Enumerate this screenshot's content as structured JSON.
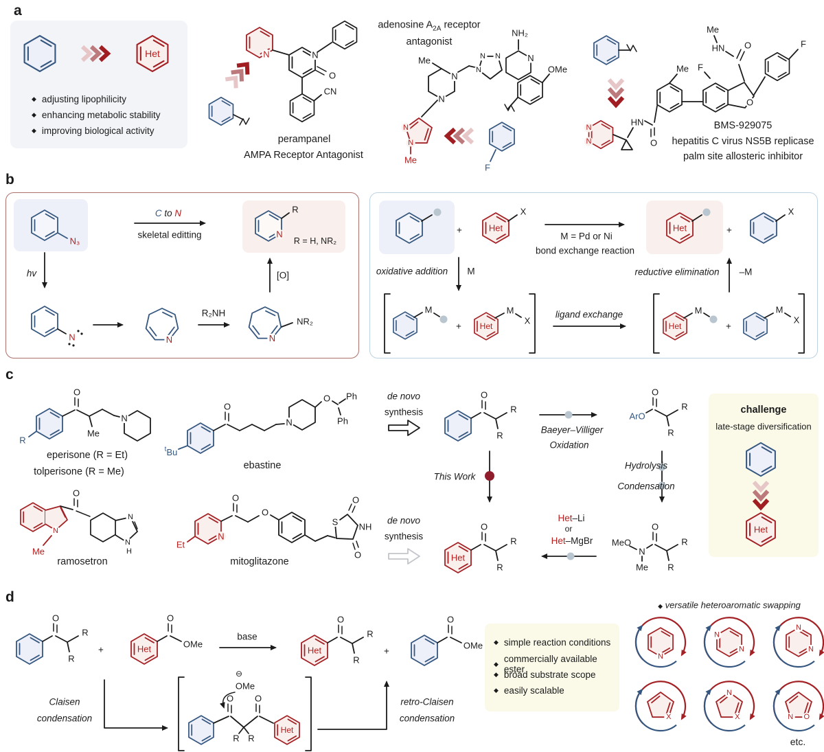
{
  "colors": {
    "blue": "#35577f",
    "red": "#a32125",
    "red_label": "#b41f1f",
    "dark_red_dot": "#8f1d2c",
    "gray_dot": "#b9c6cf",
    "panel_a_bg": "#f2f4f8",
    "yellow_bg": "#fbfae9",
    "box_b_left_border": "#ad6f6b",
    "box_b_right_border": "#bdd2e0"
  },
  "glyphs": {
    "diamond": "◆",
    "plus": "+",
    "ominus": "⊖",
    "etc": "etc."
  },
  "atoms": {
    "N": "N",
    "O": "O",
    "S": "S",
    "F": "F",
    "X": "X",
    "R": "R",
    "M": "M",
    "H": "H",
    "Me": "Me",
    "Et": "Et",
    "t": "t",
    "Bu": "Bu",
    "Ph": "Ph",
    "HN": "HN",
    "NH": "NH",
    "NH2": "NH₂",
    "N3": "N₃",
    "NR2": "NR₂",
    "OMe": "OMe",
    "MeO": "MeO",
    "ArO": "ArO",
    "CN": "CN",
    "R2NH": "R₂NH",
    "Het": "Het",
    "hv": "hv",
    "ox": "[O]"
  },
  "panel_a": {
    "label": "a",
    "concept": {
      "het": "Het",
      "bullets": [
        "adjusting lipophilicity",
        "enhancing metabolic stability",
        "improving biological activity"
      ]
    },
    "perampanel": {
      "name": "perampanel",
      "subtitle": "AMPA Receptor Antagonist"
    },
    "a2a": {
      "title_pre": "adenosine A",
      "title_sub": "2A",
      "title_post": " receptor",
      "title_line2": "antagonist"
    },
    "bms": {
      "name": "BMS-929075",
      "desc1": "hepatitis C virus NS5B replicase",
      "desc2": "palm site allosteric inhibitor"
    }
  },
  "panel_b": {
    "label": "b",
    "left": {
      "c": "C",
      "to": " to ",
      "n": "N",
      "arrow_sub": "skeletal editting",
      "r_eq": "R = H, NR₂"
    },
    "right": {
      "m_eq": "M = Pd or Ni",
      "arrow_sub": "bond exchange reaction",
      "ox_add": "oxidative addition",
      "lig": "ligand exchange",
      "red_elim": "reductive elimination",
      "minus_m": "–M"
    }
  },
  "panel_c": {
    "label": "c",
    "names": {
      "eperisone": "eperisone (R = Et)",
      "tolperisone": "tolperisone (R = Me)",
      "ebastine": "ebastine",
      "ramosetron": "ramosetron",
      "mitoglitazone": "mitoglitazone"
    },
    "scheme": {
      "de_novo": "de novo",
      "synthesis": "synthesis",
      "this_work": "This Work",
      "baeyer1": "Baeyer–Villiger",
      "baeyer2": "Oxidation",
      "hydrolysis": "Hydrolysis",
      "condensation": "Condensation",
      "het": "Het",
      "li": "–Li",
      "or": "or",
      "mgbr": "–MgBr"
    },
    "challenge": {
      "title": "challenge",
      "subtitle": "late-stage diversification",
      "het": "Het"
    }
  },
  "panel_d": {
    "label": "d",
    "base": "base",
    "claisen1": "Claisen",
    "claisen2": "condensation",
    "retro1": "retro-Claisen",
    "retro2": "condensation",
    "ome": "OMe",
    "bullets": [
      "simple reaction conditions",
      "commercially available ester",
      "broad substrate scope",
      "easily scalable"
    ],
    "swap_title": "versatile heteroaromatic swapping"
  }
}
